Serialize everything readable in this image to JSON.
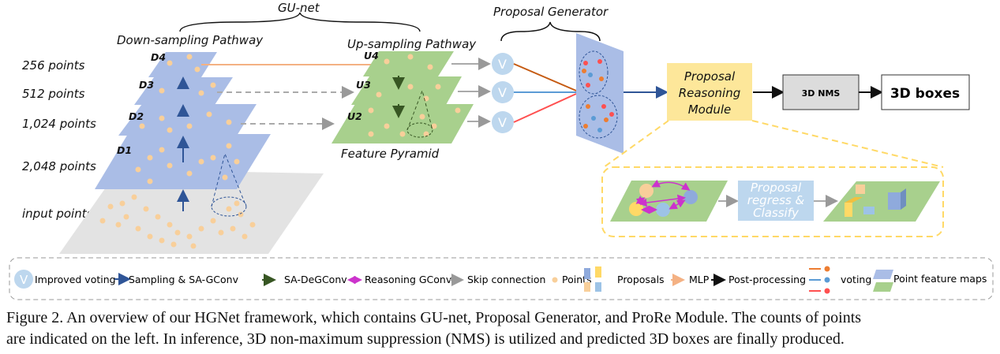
{
  "labels": {
    "gu_net": "GU-net",
    "down_path": "Down-sampling Pathway",
    "up_path": "Up-sampling Pathway",
    "proposal_generator": "Proposal Generator",
    "feature_pyramid": "Feature Pyramid",
    "point_counts": [
      "256 points",
      "512 points",
      "1,024 points",
      "2,048 points",
      "input points"
    ],
    "down_layers": [
      "D4",
      "D3",
      "D2",
      "D1"
    ],
    "up_layers": [
      "U4",
      "U3",
      "U2"
    ],
    "voting_symbol": "V",
    "prm_lines": [
      "Proposal",
      "Reasoning",
      "Module"
    ],
    "nms": "3D NMS",
    "boxes": "3D boxes",
    "regress_lines": [
      "Proposal",
      "regress &",
      "Classify"
    ]
  },
  "legend": {
    "improved_voting": "Improved voting",
    "sampling": "Sampling & SA-GConv",
    "degconv": "SA-DeGConv",
    "reasoning": "Reasoning GConv",
    "skip": "Skip connection",
    "points": "Points",
    "proposals": "Proposals",
    "mlp": "MLP",
    "post": "Post-processing",
    "voting": "voting",
    "feature_maps": "Point feature maps"
  },
  "caption": {
    "line1": "Figure 2. An overview of our HGNet framework, which contains GU-net, Proposal Generator, and ProRe Module.  The counts of points",
    "line2": "are indicated on the left. In inference, 3D non-maximum suppression (NMS) is utilized and predicted 3D boxes are finally produced."
  },
  "colors": {
    "down_plane": "#aabde6",
    "up_plane": "#a8d08d",
    "point": "#f8cf9a",
    "prm": "#fde79a",
    "voting": "#bdd7ee",
    "arrow_blue": "#2f5597",
    "arrow_green": "#375623",
    "arrow_magenta": "#cc33cc",
    "skip_gray": "#aaaaaa",
    "mlp_orange": "#f4b183"
  }
}
